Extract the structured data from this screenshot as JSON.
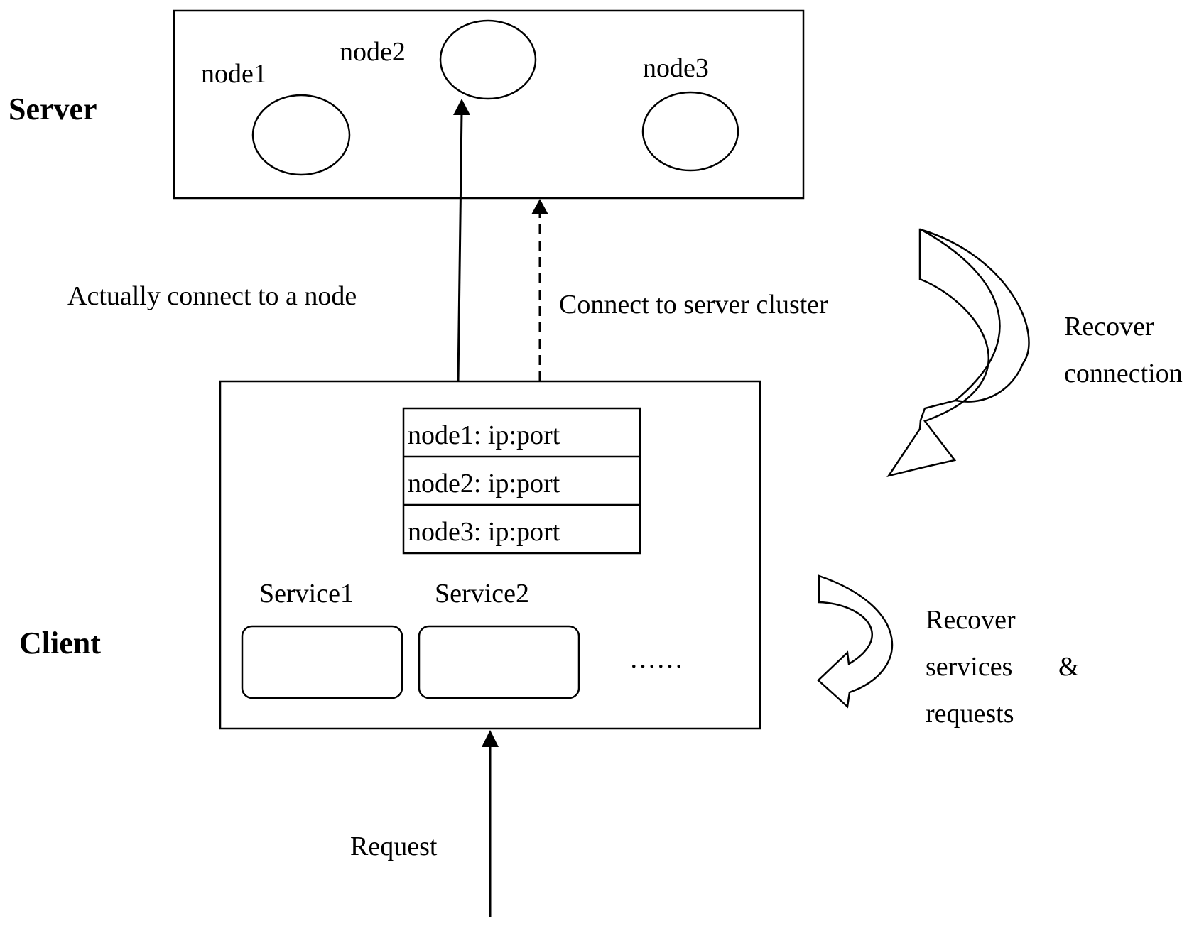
{
  "server": {
    "label": "Server",
    "nodes": [
      {
        "label": "node1"
      },
      {
        "label": "node2"
      },
      {
        "label": "node3"
      }
    ]
  },
  "client": {
    "label": "Client",
    "node_table": [
      {
        "text": "node1: ip:port"
      },
      {
        "text": "node2: ip:port"
      },
      {
        "text": "node3: ip:port"
      }
    ],
    "services": [
      {
        "label": "Service1"
      },
      {
        "label": "Service2"
      }
    ],
    "more": "……"
  },
  "connections": {
    "actual": "Actually connect to a node",
    "cluster": "Connect to server cluster",
    "request": "Request"
  },
  "recover": {
    "connection": {
      "line1": "Recover",
      "line2": "connection"
    },
    "services": {
      "line1": "Recover",
      "line2": "services",
      "amp": "&",
      "line3": "requests"
    }
  }
}
